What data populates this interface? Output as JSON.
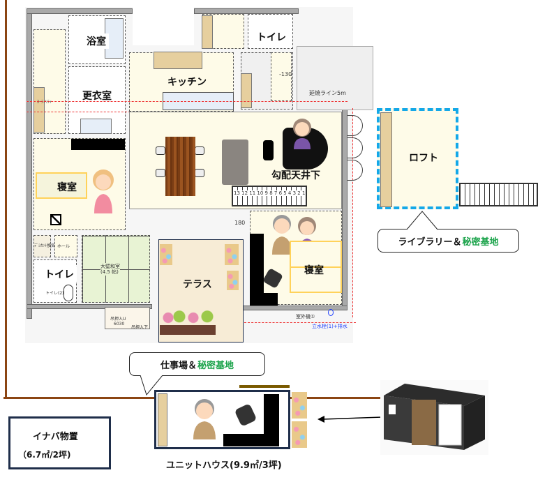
{
  "rooms": {
    "bath": "浴室",
    "dressing": "更衣室",
    "kitchen": "キッチン",
    "toilet_top": "トイレ",
    "utility": "ﾕｰﾃｨﾘﾃｨ",
    "ldk": "勾配天井下",
    "bedroom_left": "寝室",
    "desiccant": "ﾃﾞｼｶﾝﾄ換気",
    "hall": "ホール",
    "toilet_bottom": "トイレ",
    "toilet_fixture": "トイレ(2)",
    "washitsu": "大壁和室",
    "washitsu_size": "(4.5 帖)",
    "closet_upper": "吊押入U",
    "closet_code": "6030",
    "closet_lower": "吊押入下",
    "terrace": "テラス",
    "bedroom_right": "寝室",
    "loft": "ロフト"
  },
  "annotations": {
    "dim_180": "180",
    "dim_130": "-130",
    "gas_line": "延焼ライン5m",
    "outdoor_unit": "室外機①",
    "faucet": "立水栓(1)+排水",
    "stair_numbers": "13 12 11 10 9 8 7 6 5 4 3 2 1"
  },
  "callouts": {
    "library": {
      "prefix": "ライブラリー＆",
      "highlight": "秘密基地"
    },
    "workshop": {
      "prefix": "仕事場＆",
      "highlight": "秘密基地"
    }
  },
  "unit_house": {
    "label": "ユニットハウス(9.9㎡/3坪)"
  },
  "storage": {
    "title": "イナバ物置",
    "size": "（6.7㎡/2坪)"
  },
  "colors": {
    "frame": "#8b4513",
    "loft_border": "#14a8e8",
    "highlight": "#1aa34a",
    "navy": "#1f2e4a",
    "bed": "#ffd25a"
  }
}
